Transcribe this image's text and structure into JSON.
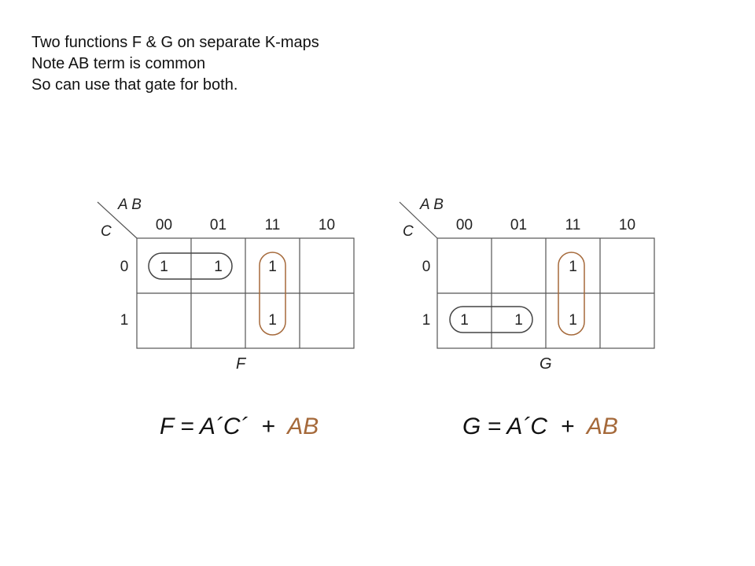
{
  "notes": [
    "Two functions F & G on separate K-maps",
    "Note AB term is common",
    "So can use that gate for both."
  ],
  "colors": {
    "common_term": "#a5693a",
    "group_outline": "#444444",
    "grid": "#555555"
  },
  "kmaps": [
    {
      "name": "F",
      "var_ab": "A B",
      "var_c": "C",
      "col_headers": [
        "00",
        "01",
        "11",
        "10"
      ],
      "row_headers": [
        "0",
        "1"
      ],
      "rows": [
        [
          "1",
          "1",
          "1",
          ""
        ],
        [
          "",
          "",
          "1",
          ""
        ]
      ],
      "groups": [
        "A´C´",
        "AB"
      ]
    },
    {
      "name": "G",
      "var_ab": "A B",
      "var_c": "C",
      "col_headers": [
        "00",
        "01",
        "11",
        "10"
      ],
      "row_headers": [
        "0",
        "1"
      ],
      "rows": [
        [
          "",
          "",
          "1",
          ""
        ],
        [
          "1",
          "1",
          "1",
          ""
        ]
      ],
      "groups": [
        "A´C",
        "AB"
      ]
    }
  ],
  "equations": {
    "f": {
      "lhs": "F = A´C´",
      "plus": "+",
      "common": "AB"
    },
    "g": {
      "lhs": "G = A´C",
      "plus": "+",
      "common": "AB"
    }
  }
}
